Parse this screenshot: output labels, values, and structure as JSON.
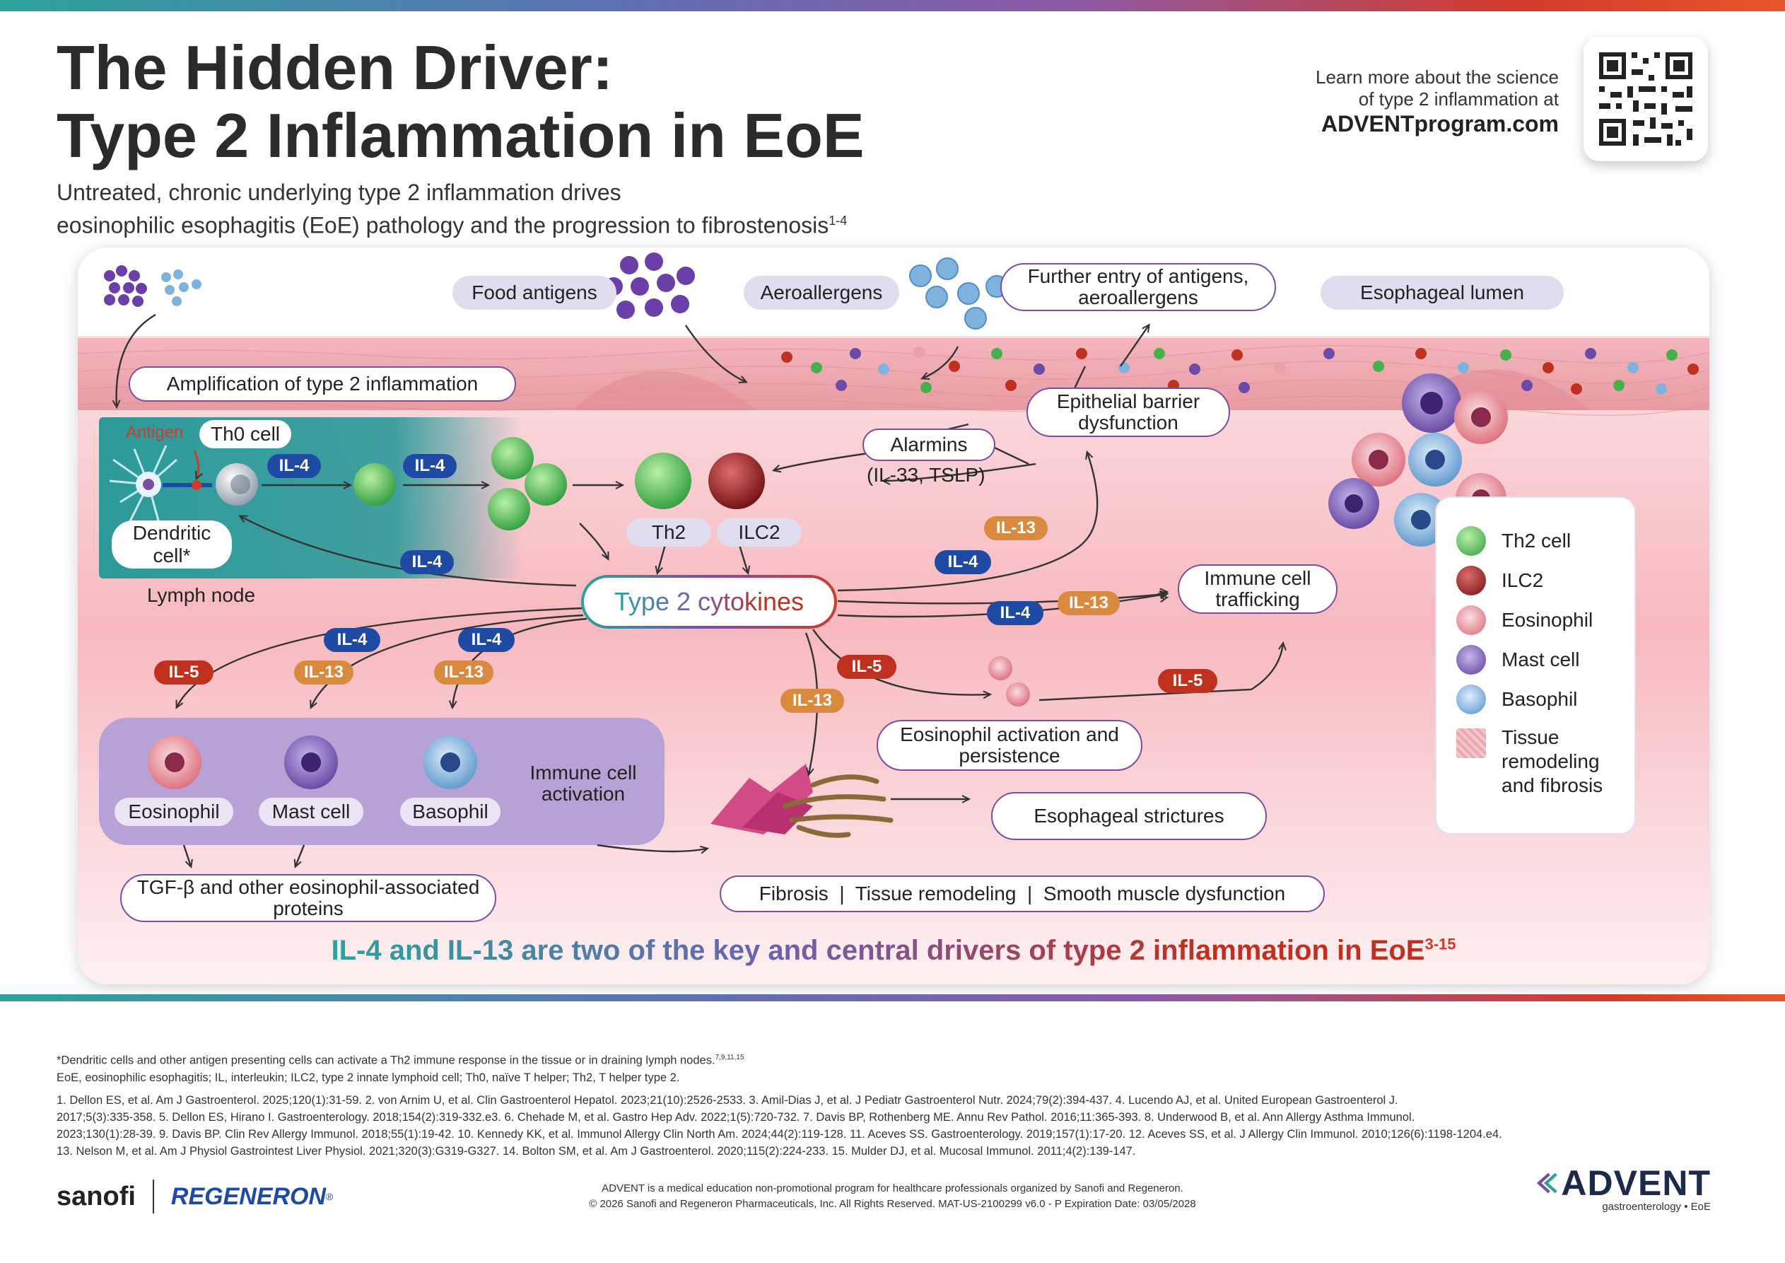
{
  "header": {
    "title_line1": "The Hidden Driver:",
    "title_line2": "Type 2 Inflammation in EoE",
    "subtitle_line1": "Untreated, chronic underlying type 2 inflammation drives",
    "subtitle_line2": "eosinophilic esophagitis (EoE) pathology and the progression to fibrostenosis",
    "subtitle_ref": "1-4",
    "learn_line1": "Learn more about the science",
    "learn_line2": "of type 2 inflammation at",
    "learn_url": "ADVENTprogram.com"
  },
  "diagram": {
    "food_antigens": "Food antigens",
    "aeroallergens": "Aeroallergens",
    "further_entry": "Further entry of antigens, aeroallergens",
    "esophageal_lumen": "Esophageal lumen",
    "amplification": "Amplification of type 2 inflammation",
    "epithelial_barrier": "Epithelial barrier dysfunction",
    "alarmins": "Alarmins",
    "alarmins_detail": "(IL-33, TSLP)",
    "antigen": "Antigen",
    "th0_cell": "Th0 cell",
    "dendritic_cell": "Dendritic cell*",
    "lymph_node": "Lymph node",
    "th2": "Th2",
    "ilc2": "ILC2",
    "type2_cytokines": "Type 2 cytokines",
    "immune_cell_trafficking": "Immune cell trafficking",
    "eosinophil_activation": "Eosinophil activation and persistence",
    "immune_cell_activation": "Immune cell activation",
    "eosinophil": "Eosinophil",
    "mast_cell": "Mast cell",
    "basophil": "Basophil",
    "tgf": "TGF-β and other eosinophil-associated proteins",
    "esophageal_strictures": "Esophageal strictures",
    "fibrosis_line": "Fibrosis  |  Tissue remodeling  |  Smooth muscle dysfunction",
    "il4": "IL-4",
    "il5": "IL-5",
    "il13": "IL-13",
    "key_message": "IL-4 and IL-13 are two of the key and central drivers of type 2 inflammation in EoE",
    "key_ref": "3-15"
  },
  "legend": {
    "items": [
      {
        "label": "Th2 cell",
        "color": "#46b04a"
      },
      {
        "label": "ILC2",
        "color": "#8e1a1a"
      },
      {
        "label": "Eosinophil",
        "color": "#e9a0a8"
      },
      {
        "label": "Mast cell",
        "color": "#6b4aa8"
      },
      {
        "label": "Basophil",
        "color": "#7fb3de"
      },
      {
        "label": "Tissue remodeling and fibrosis",
        "color": "#e8a8ae"
      }
    ]
  },
  "footnotes": {
    "dendritic_note": "*Dendritic cells and other antigen presenting cells can activate a Th2 immune response in the tissue or in draining lymph nodes.",
    "dendritic_ref": "7,9,11,15",
    "abbrev": "EoE, eosinophilic esophagitis; IL, interleukin;  ILC2, type 2 innate lymphoid cell; Th0, naïve T helper; Th2, T helper type 2.",
    "refs_line1": "1. Dellon ES, et al. Am J Gastroenterol. 2025;120(1):31-59. 2. von Arnim U, et al. Clin Gastroenterol Hepatol. 2023;21(10):2526-2533. 3. Amil-Dias J, et al. J Pediatr Gastroenterol Nutr. 2024;79(2):394-437. 4. Lucendo AJ, et al. United European Gastroenterol J.",
    "refs_line2": "2017;5(3):335-358. 5. Dellon ES, Hirano I. Gastroenterology. 2018;154(2):319-332.e3. 6. Chehade M, et al. Gastro Hep Adv. 2022;1(5):720-732. 7. Davis BP, Rothenberg ME. Annu Rev Pathol. 2016;11:365-393. 8. Underwood B, et al. Ann Allergy Asthma Immunol.",
    "refs_line3": "2023;130(1):28-39. 9. Davis BP. Clin Rev Allergy Immunol. 2018;55(1):19-42. 10. Kennedy KK, et al. Immunol Allergy Clin North Am. 2024;44(2):119-128. 11. Aceves SS. Gastroenterology. 2019;157(1):17-20.  12. Aceves SS, et al. J Allergy Clin Immunol. 2010;126(6):1198-1204.e4.",
    "refs_line4": "13. Nelson M, et al. Am J Physiol Gastrointest Liver Physiol. 2021;320(3):G319-G327. 14. Bolton SM, et al. Am J Gastroenterol. 2020;115(2):224-233. 15. Mulder DJ, et al. Mucosal Immunol. 2011;4(2):139-147."
  },
  "footer": {
    "sanofi": "sanofi",
    "regeneron": "REGENERON",
    "regeneron_mark": "®",
    "disclaimer": "ADVENT is a medical education non-promotional program for healthcare professionals organized by Sanofi and Regeneron.",
    "copyright": "© 2026 Sanofi and Regeneron Pharmaceuticals, Inc. All Rights Reserved. MAT-US-2100299 v6.0 - P Expiration Date: 03/05/2028",
    "advent_logo": "ADVENT",
    "advent_sub": "gastroenterology • EoE"
  },
  "colors": {
    "accent_teal": "#2aa39a",
    "accent_purple": "#7a4da3",
    "accent_red": "#c0301f",
    "il4_blue": "#1f4aa3",
    "il13_orange": "#d98a3f",
    "il5_red": "#c0301f"
  }
}
